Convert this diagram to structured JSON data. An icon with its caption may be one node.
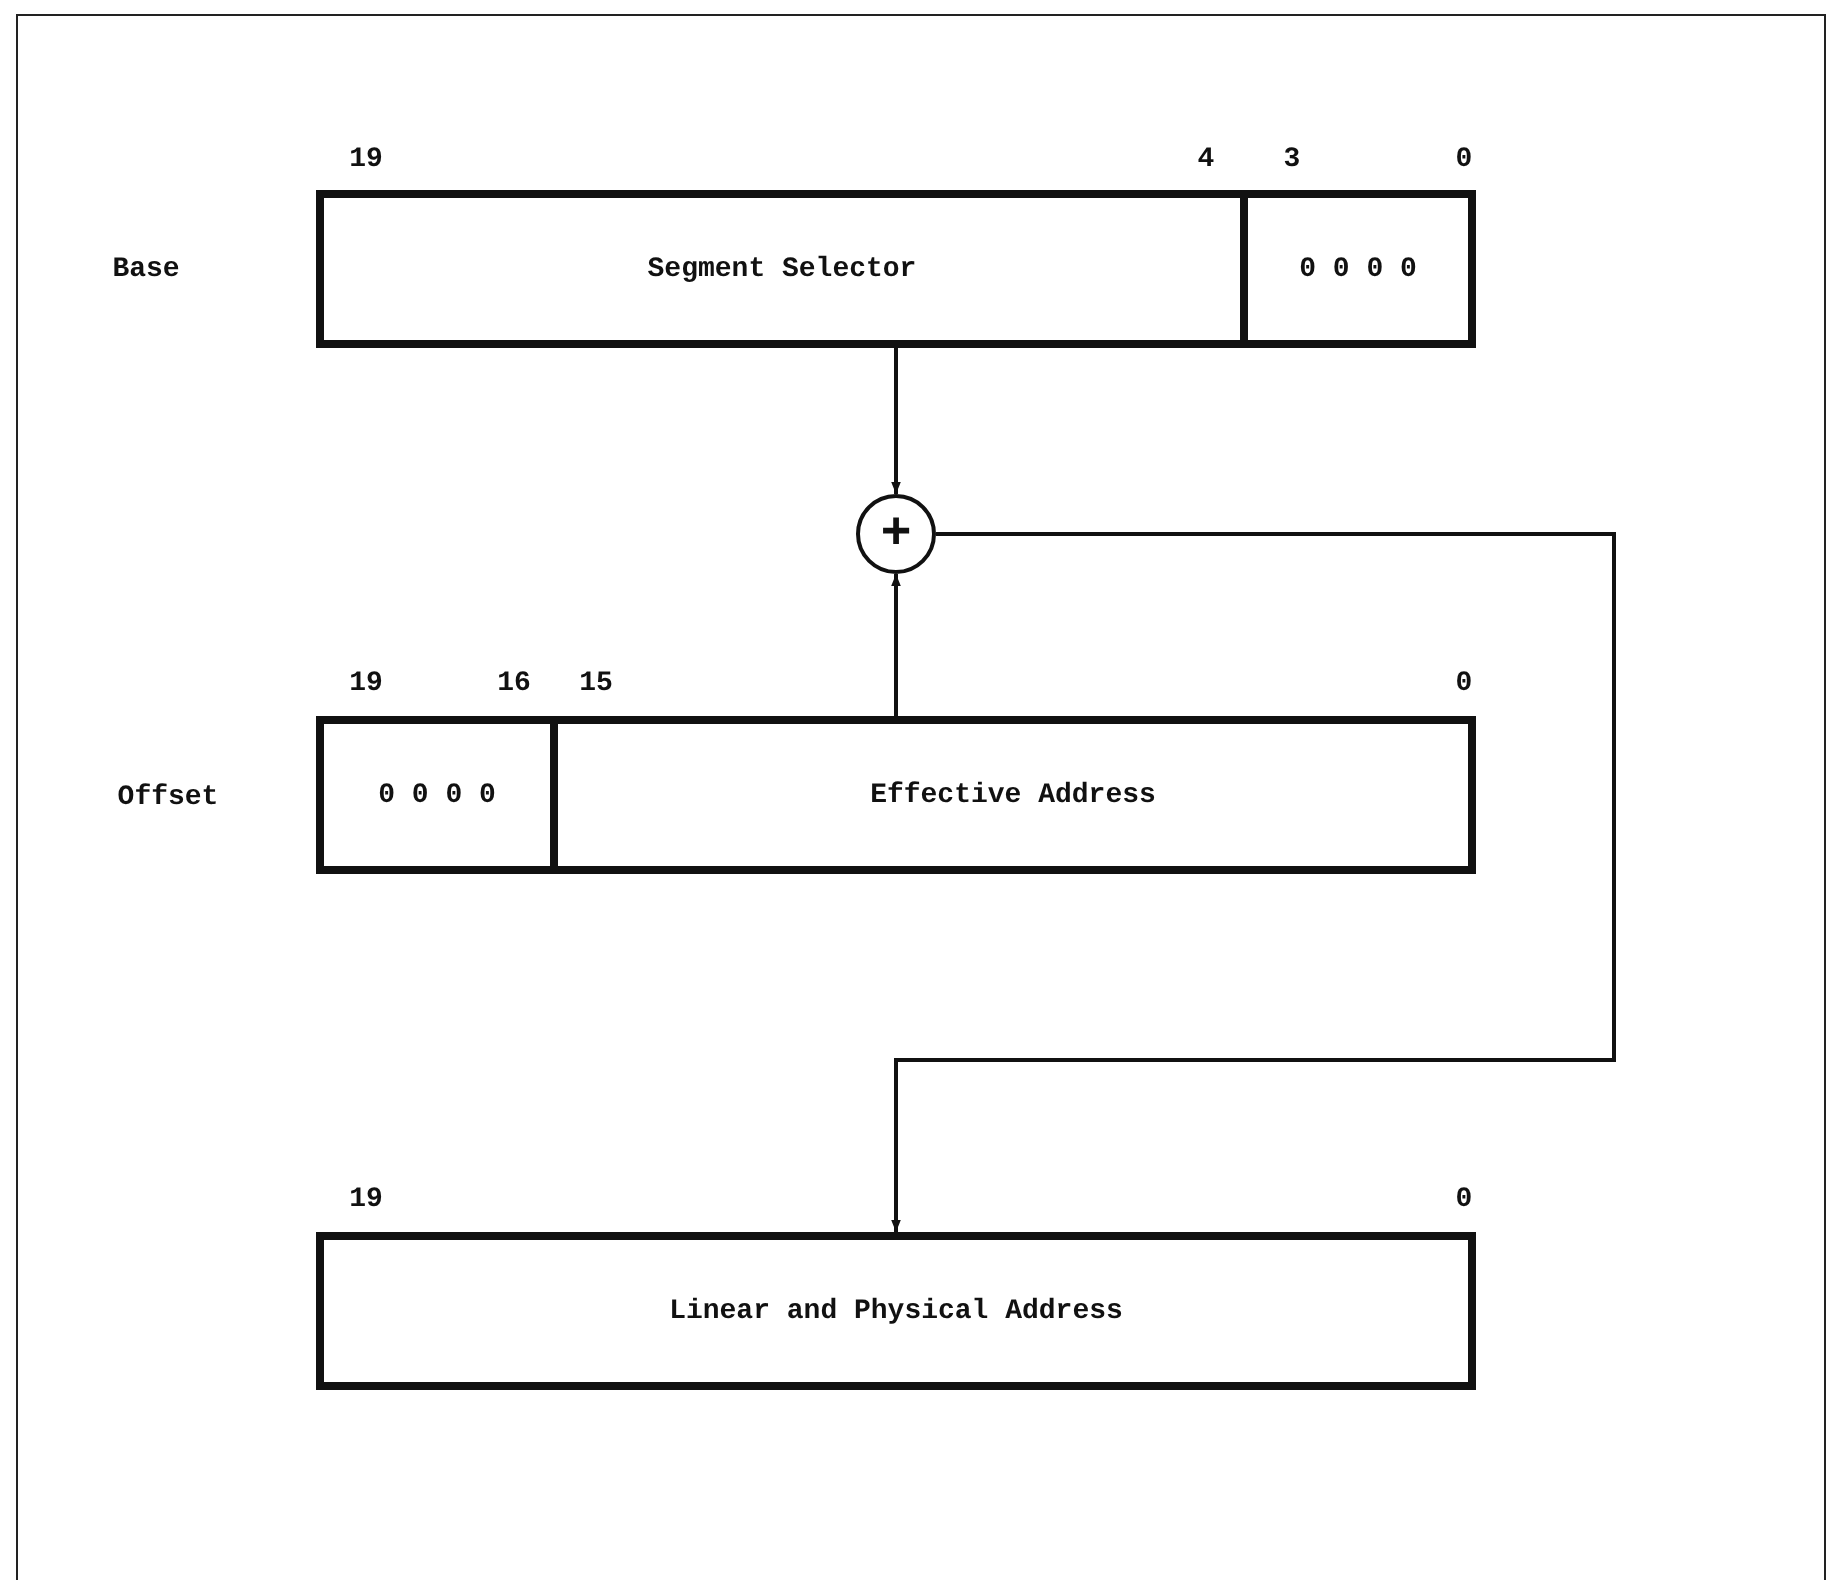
{
  "diagram": {
    "nodes": [
      {
        "text": [
          "Segment Selector"
        ]
      },
      {
        "text": [
          "0 0 0 0"
        ]
      },
      {
        "text": [
          "+"
        ]
      },
      {
        "text": [
          "0 0 0 0"
        ]
      },
      {
        "text": [
          "Effective Address"
        ]
      },
      {
        "text": [
          "Linear and Physical Address"
        ]
      }
    ],
    "edges": [
      {
        "from": 0,
        "to": 2,
        "arrow": "to"
      },
      {
        "from": 4,
        "to": 2,
        "arrow": "to"
      },
      {
        "from": 2,
        "to": 5,
        "arrow": "to"
      }
    ],
    "labels": [
      "19",
      "4",
      "3",
      "0",
      "Base",
      "19",
      "16",
      "15",
      "0",
      "Offset",
      "19",
      "0"
    ]
  }
}
